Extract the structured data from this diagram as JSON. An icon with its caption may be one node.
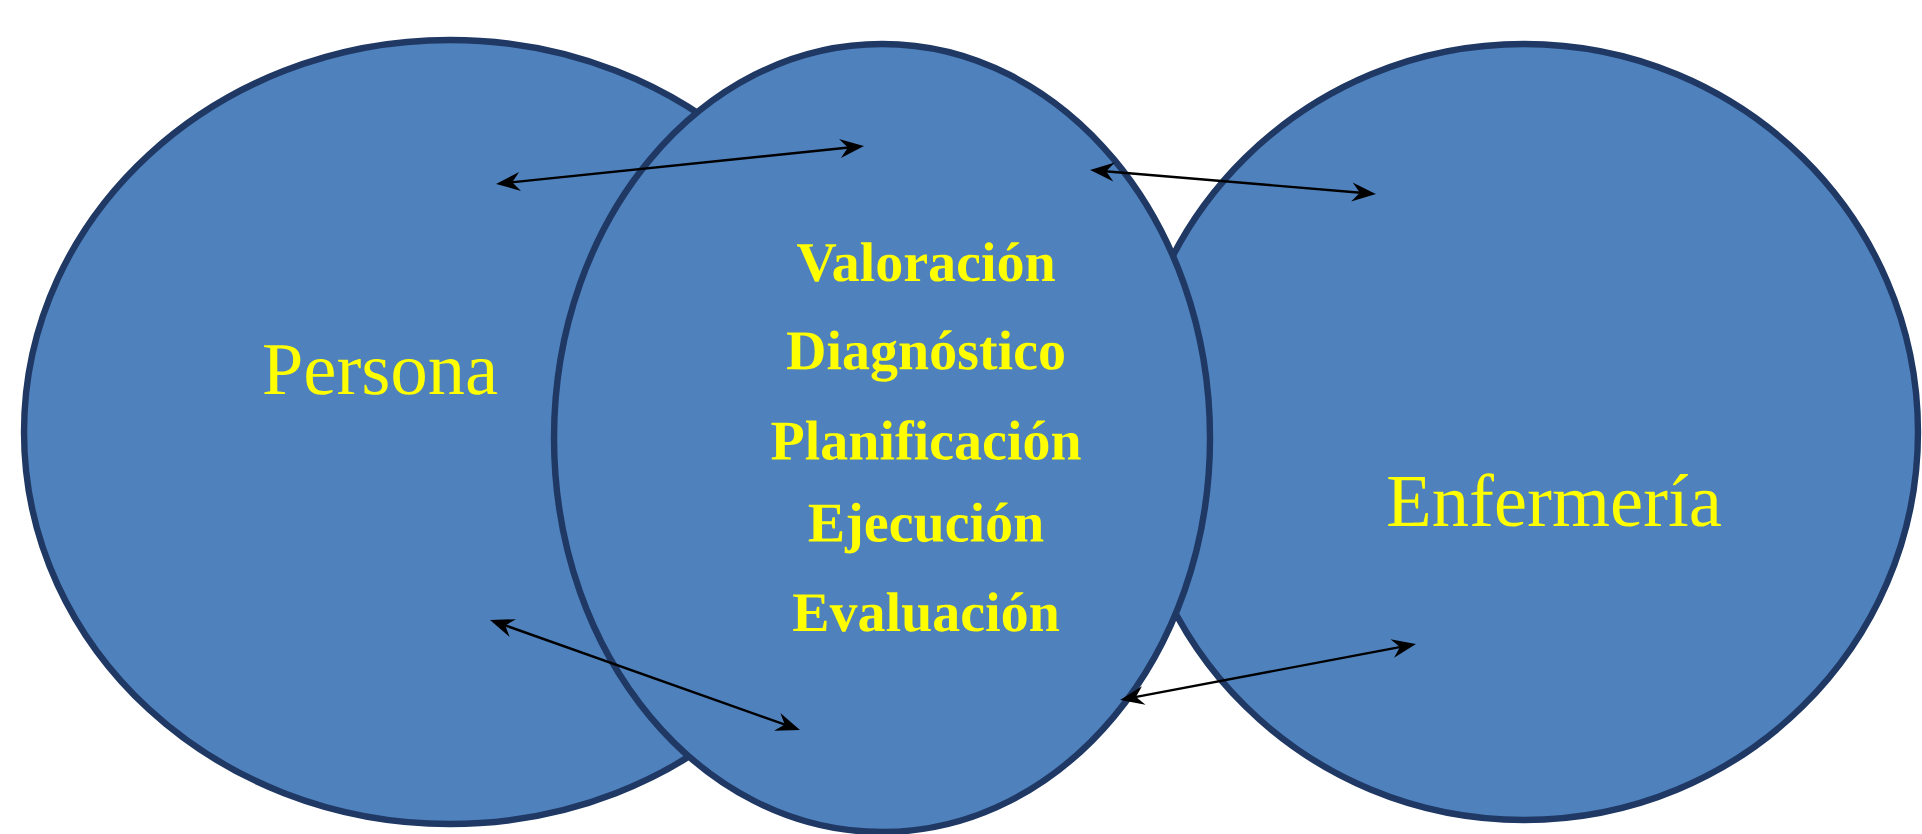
{
  "diagram": {
    "nodes": [
      {
        "text": [
          "Persona"
        ]
      },
      {
        "text": [
          "Valoración",
          "Diagnóstico",
          "Planificación",
          "Ejecución",
          "Evaluación"
        ]
      },
      {
        "text": [
          "Enfermería"
        ]
      }
    ],
    "edges": [
      {
        "from": 0,
        "to": 1,
        "arrow": "both"
      },
      {
        "from": 0,
        "to": 1,
        "arrow": "both"
      },
      {
        "from": 1,
        "to": 2,
        "arrow": "both"
      },
      {
        "from": 1,
        "to": 2,
        "arrow": "both"
      }
    ]
  }
}
